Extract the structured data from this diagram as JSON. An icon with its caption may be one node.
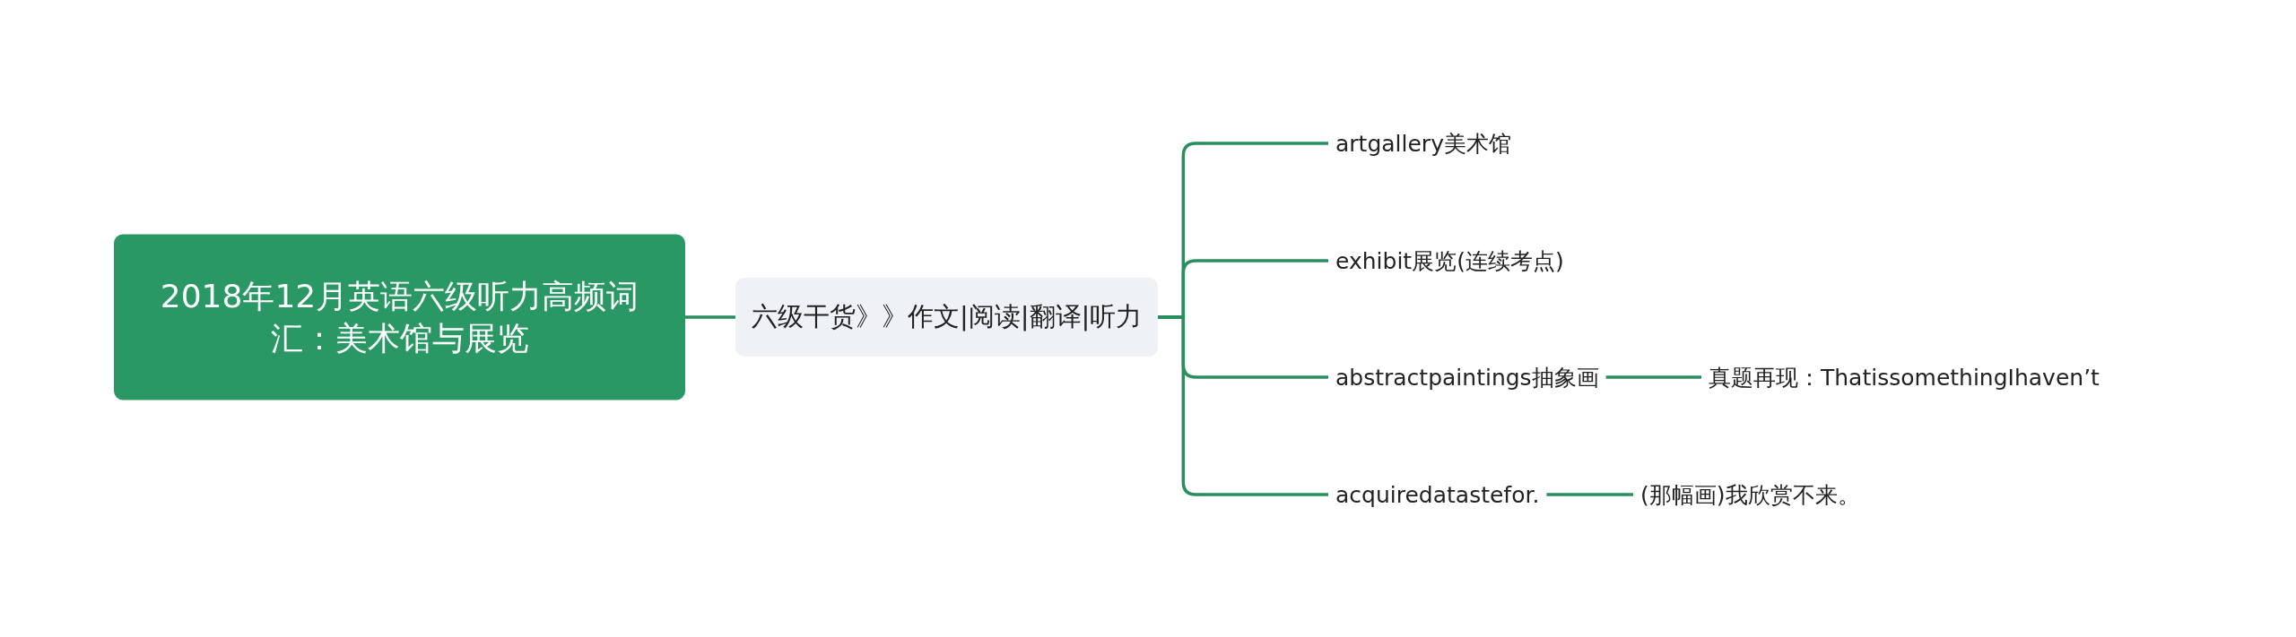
{
  "diagram": {
    "nodes": [
      {
        "text": [
          "2018年12月英语六级听力高频词汇：美术馆与展览"
        ]
      },
      {
        "text": [
          "六级干货》》作文|阅读|翻译|听力"
        ]
      },
      {
        "text": [
          "artgallery美术馆"
        ]
      },
      {
        "text": [
          "exhibit展览(连续考点)"
        ]
      },
      {
        "text": [
          "abstractpaintings抽象画"
        ]
      },
      {
        "text": [
          "acquiredatastefor."
        ]
      },
      {
        "text": [
          "真题再现：ThatissomethingIhaven’t"
        ]
      },
      {
        "text": [
          "(那幅画)我欣赏不来。"
        ]
      }
    ],
    "edges": [
      {
        "from": 0,
        "to": 1,
        "arrow": "none"
      },
      {
        "from": 1,
        "to": 2,
        "arrow": "none"
      },
      {
        "from": 1,
        "to": 3,
        "arrow": "none"
      },
      {
        "from": 1,
        "to": 4,
        "arrow": "none"
      },
      {
        "from": 1,
        "to": 5,
        "arrow": "none"
      },
      {
        "from": 4,
        "to": 6,
        "arrow": "none"
      },
      {
        "from": 5,
        "to": 7,
        "arrow": "none"
      }
    ]
  }
}
